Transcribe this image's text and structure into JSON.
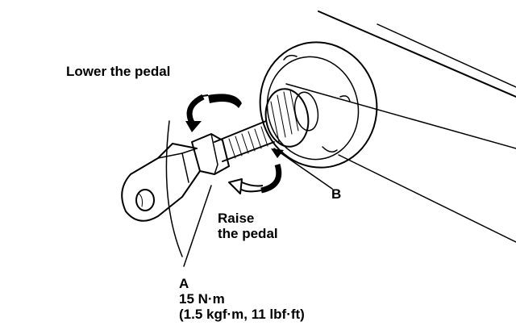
{
  "labels": {
    "lower_the_pedal": "Lower the pedal",
    "raise_the_pedal_line1": "Raise",
    "raise_the_pedal_line2": "the pedal",
    "callout_b": "B",
    "callout_a": "A",
    "torque_metric": "15 N·m",
    "torque_other": "(1.5 kgf·m, 11 lbf·ft)"
  },
  "colors": {
    "ink": "#000000",
    "paper": "#ffffff"
  }
}
